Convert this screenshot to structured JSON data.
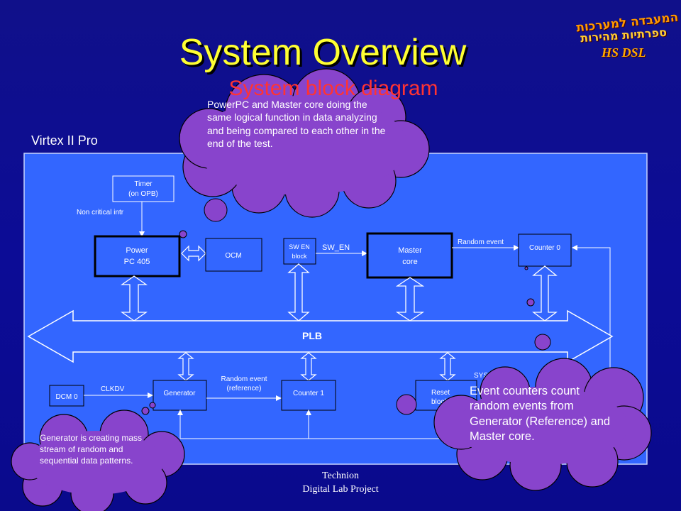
{
  "title": "System Overview",
  "subtitle": "System block diagram",
  "region_label": "Virtex II Pro",
  "logo": {
    "line1": "המעבדה למערכות",
    "line2": "ספרתיות מהירות",
    "line3": "HS DSL"
  },
  "blocks": {
    "timer": [
      "Timer",
      "(on OPB)"
    ],
    "powerpc": [
      "Power",
      "PC 405"
    ],
    "ocm": "OCM",
    "sw_en_block": [
      "SW EN",
      "block"
    ],
    "master_core": [
      "Master",
      "core"
    ],
    "counter0": "Counter 0",
    "plb": "PLB",
    "dcm0": "DCM 0",
    "generator": "Generator",
    "counter1": "Counter 1",
    "reset_block": [
      "Reset",
      "block"
    ]
  },
  "signals": {
    "non_critical_intr": "Non critical intr",
    "sw_en": "SW_EN",
    "random_event": "Random event",
    "clkdv": "CLKDV",
    "random_event_ref": [
      "Random event",
      "(reference)"
    ],
    "sys_rst": "SYS_RST"
  },
  "clouds": {
    "top": "PowerPC and Master core doing the same logical function in data analyzing and being compared to each other in the end of the test.",
    "right": "Event counters count random events from Generator (Reference) and Master core.",
    "left": "Generator is creating mass stream of random and sequential data patterns."
  },
  "footer": {
    "line1": "Technion",
    "line2": "Digital Lab Project"
  },
  "colors": {
    "background": "#0c0c96",
    "panel": "#3366ff",
    "cloud": "#8844cc",
    "title": "#ffff33",
    "subtitle": "#ff3333"
  }
}
